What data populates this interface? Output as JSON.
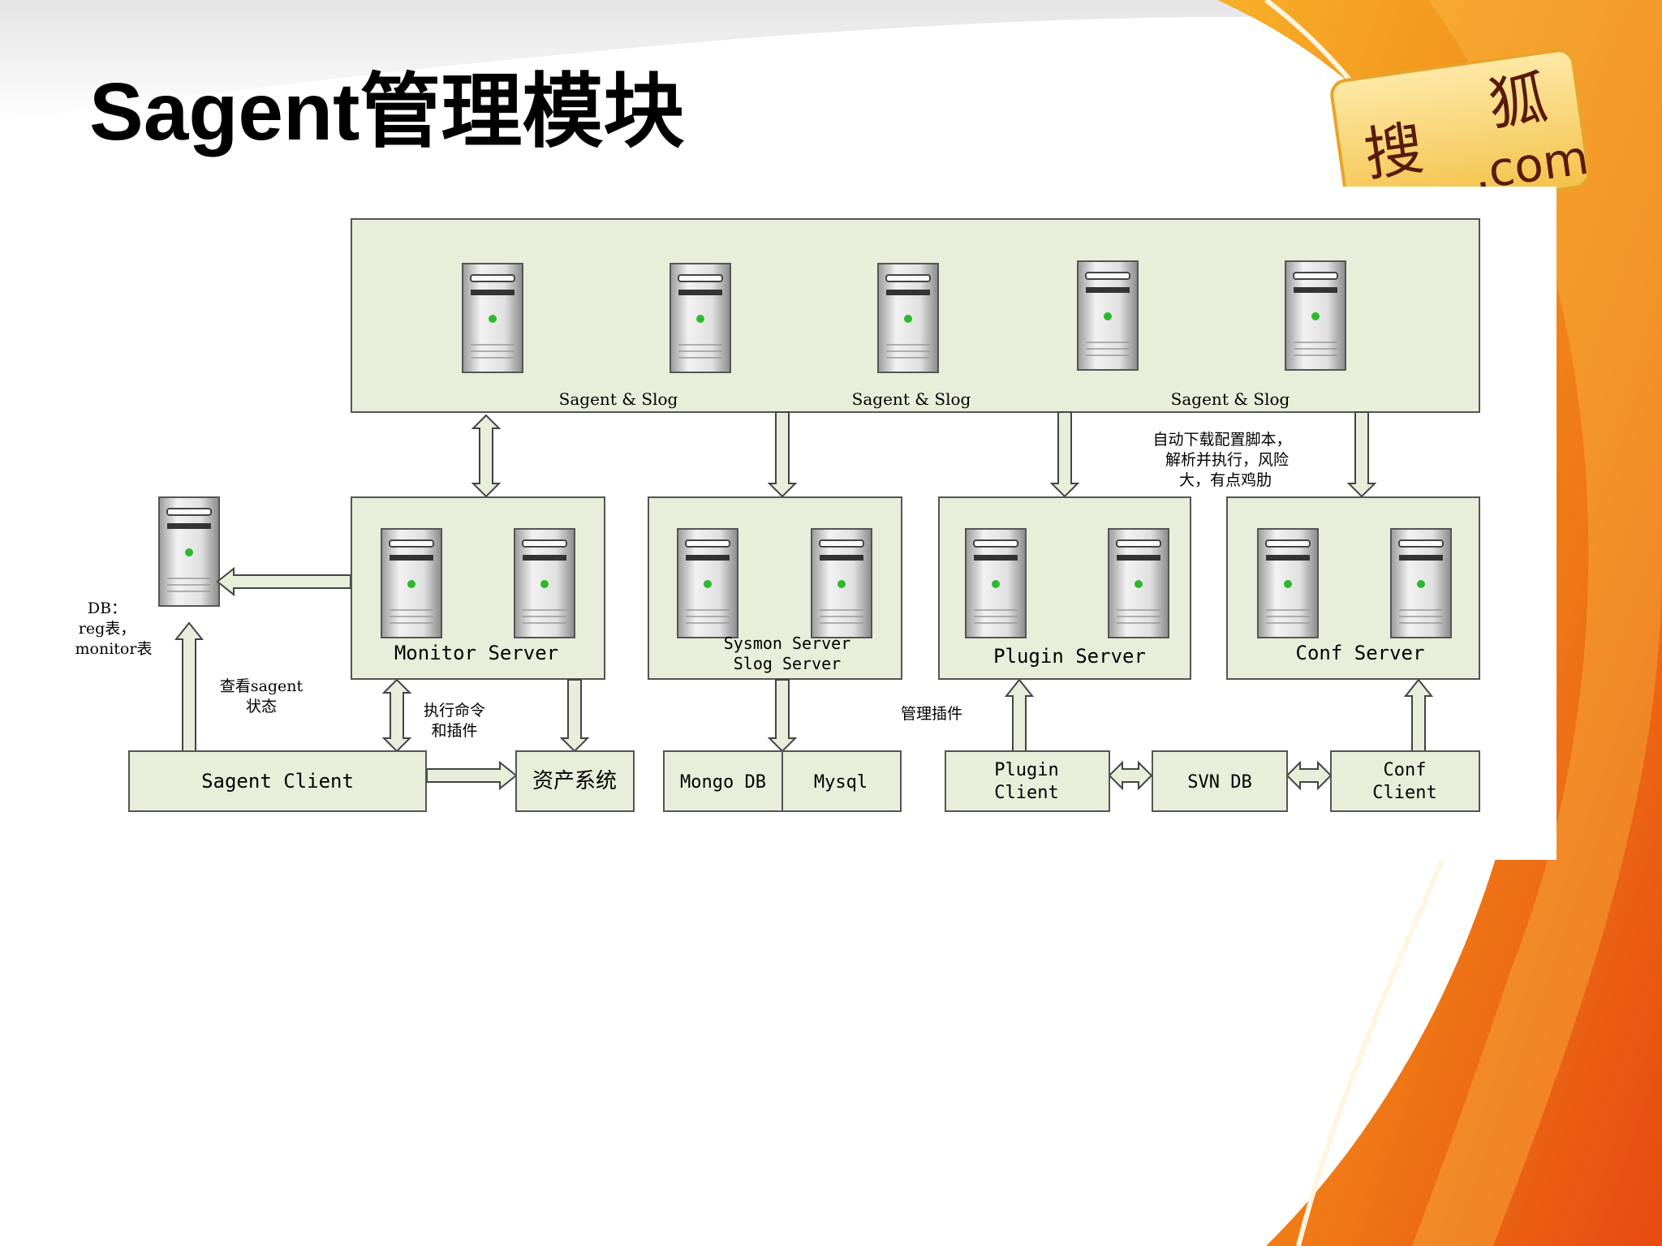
{
  "slide": {
    "title": "Sagent管理模块"
  },
  "logo": {
    "chars": [
      "搜",
      "狐"
    ],
    "domain": ".com",
    "accent_color": "#f5a01a"
  },
  "diagram": {
    "fill_color": "#e9eedb",
    "top_group": {
      "server_count": 5,
      "labels": [
        "Sagent & Slog",
        "Sagent & Slog",
        "Sagent & Slog"
      ]
    },
    "annotation_download": [
      "自动下载配置脚本，",
      "解析并执行，风险",
      "大，有点鸡肋"
    ],
    "db_note": [
      "DB：",
      "reg表，",
      "monitor表"
    ],
    "monitor_server": {
      "label": "Monitor Server"
    },
    "sysmon_server": {
      "label_line1": "Sysmon Server",
      "label_line2": "Slog Server"
    },
    "plugin_server": {
      "label": "Plugin Server"
    },
    "conf_server": {
      "label": "Conf Server"
    },
    "note_view_status": [
      "查看sagent",
      "状态"
    ],
    "note_exec": [
      "执行命令",
      "和插件"
    ],
    "note_manage_plugins": "管理插件",
    "sagent_client": {
      "label": "Sagent Client"
    },
    "asset_system": {
      "label": "资产系统"
    },
    "mongo_db": {
      "label": "Mongo DB"
    },
    "mysql": {
      "label": "Mysql"
    },
    "plugin_client": {
      "label_line1": "Plugin",
      "label_line2": "Client"
    },
    "svn_db": {
      "label": "SVN DB"
    },
    "conf_client": {
      "label_line1": "Conf",
      "label_line2": "Client"
    }
  }
}
